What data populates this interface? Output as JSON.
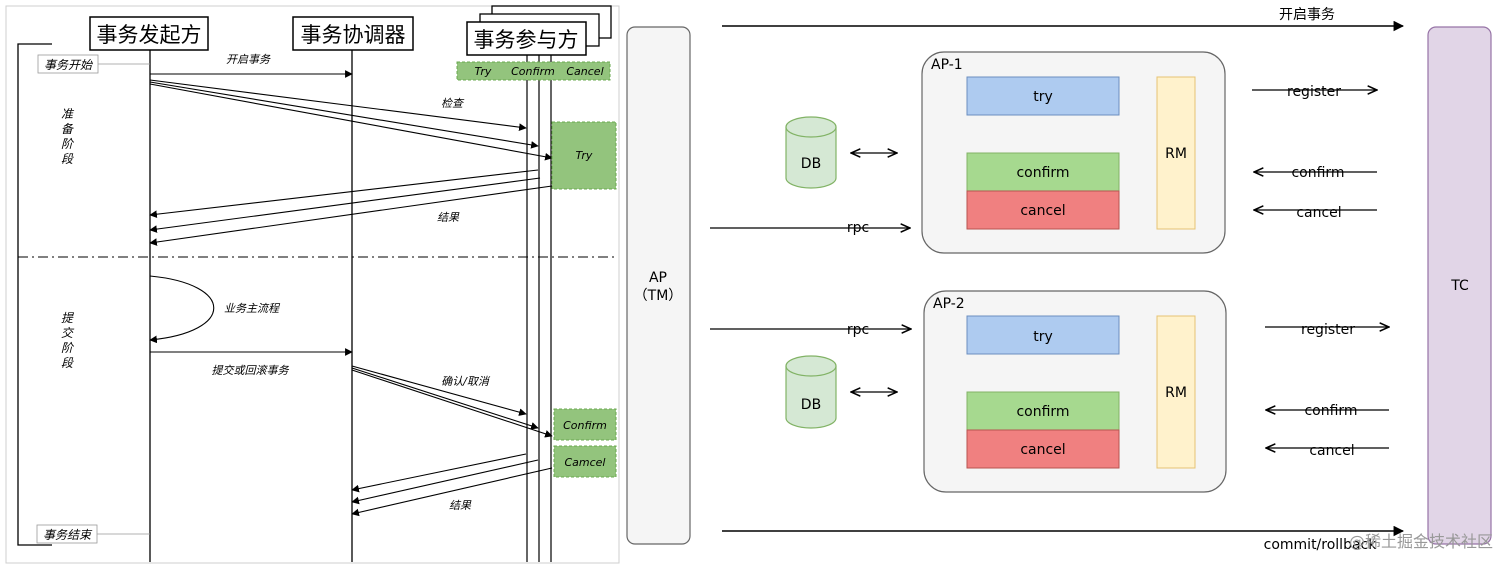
{
  "left": {
    "lanes": {
      "initiator": "事务发起方",
      "coordinator": "事务协调器",
      "participant": "事务参与方"
    },
    "phase_labels": {
      "tx_start": "事务开始",
      "tx_end": "事务结束"
    },
    "phase_prepare": [
      "准",
      "备",
      "阶",
      "段"
    ],
    "phase_commit": [
      "提",
      "交",
      "阶",
      "段"
    ],
    "header_cells": {
      "try": "Try",
      "confirm": "Confirm",
      "cancel": "Cancel"
    },
    "messages": {
      "open_tx": "开启事务",
      "check": "检查",
      "result1": "结果",
      "business_flow": "业务主流程",
      "commit_or_rollback": "提交或回滚事务",
      "confirm_cancel": "确认/取消",
      "result2": "结果"
    },
    "boxes": {
      "try": "Try",
      "confirm": "Confirm",
      "cancel": "Camcel"
    }
  },
  "right": {
    "ap_label_1": "AP",
    "ap_label_2": "（TM）",
    "tc_label": "TC",
    "top_arrow": "开启事务",
    "bottom_arrow": "commit/rollback",
    "groups": [
      {
        "title": "AP-1",
        "db": "DB",
        "rpc": "rpc",
        "try": "try",
        "confirm": "confirm",
        "cancel": "cancel",
        "rm": "RM",
        "register": "register",
        "confirm_msg": "confirm",
        "cancel_msg": "cancel"
      },
      {
        "title": "AP-2",
        "db": "DB",
        "rpc": "rpc",
        "try": "try",
        "confirm": "confirm",
        "cancel": "cancel",
        "rm": "RM",
        "register": "register",
        "confirm_msg": "confirm",
        "cancel_msg": "cancel"
      }
    ]
  },
  "footer": {
    "watermark": "@稀土掘金技术社区"
  },
  "colors": {
    "green_fill": "#93c47d",
    "green_border": "#6aa84f",
    "try_fill": "#aecbf0",
    "confirm_fill": "#a6d98f",
    "cancel_fill": "#f08080",
    "rm_fill": "#fff2cc",
    "rm_border": "#e6c373",
    "tc_fill": "#e1d5e7",
    "tc_border": "#9673a6",
    "db_fill": "#d5e8d4",
    "db_border": "#82b366",
    "ap_fill": "#f5f5f5",
    "group_fill": "#f5f5f5"
  }
}
